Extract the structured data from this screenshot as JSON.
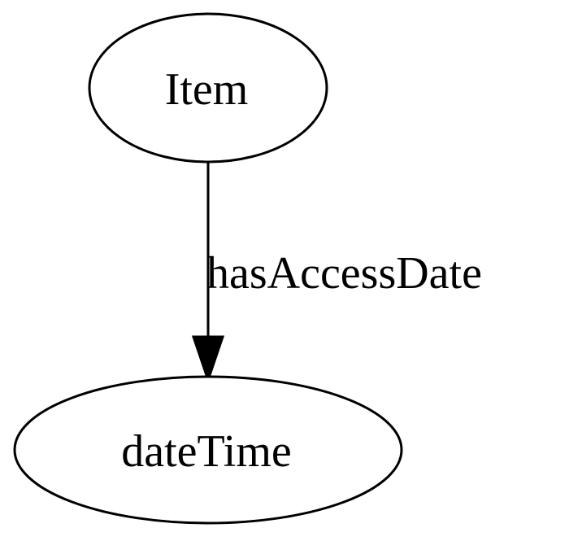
{
  "nodes": {
    "item": {
      "label": "Item"
    },
    "datetime": {
      "label": "dateTime"
    }
  },
  "edges": {
    "has_access_date": {
      "label": "hasAccessDate",
      "from": "Item",
      "to": "dateTime"
    }
  }
}
